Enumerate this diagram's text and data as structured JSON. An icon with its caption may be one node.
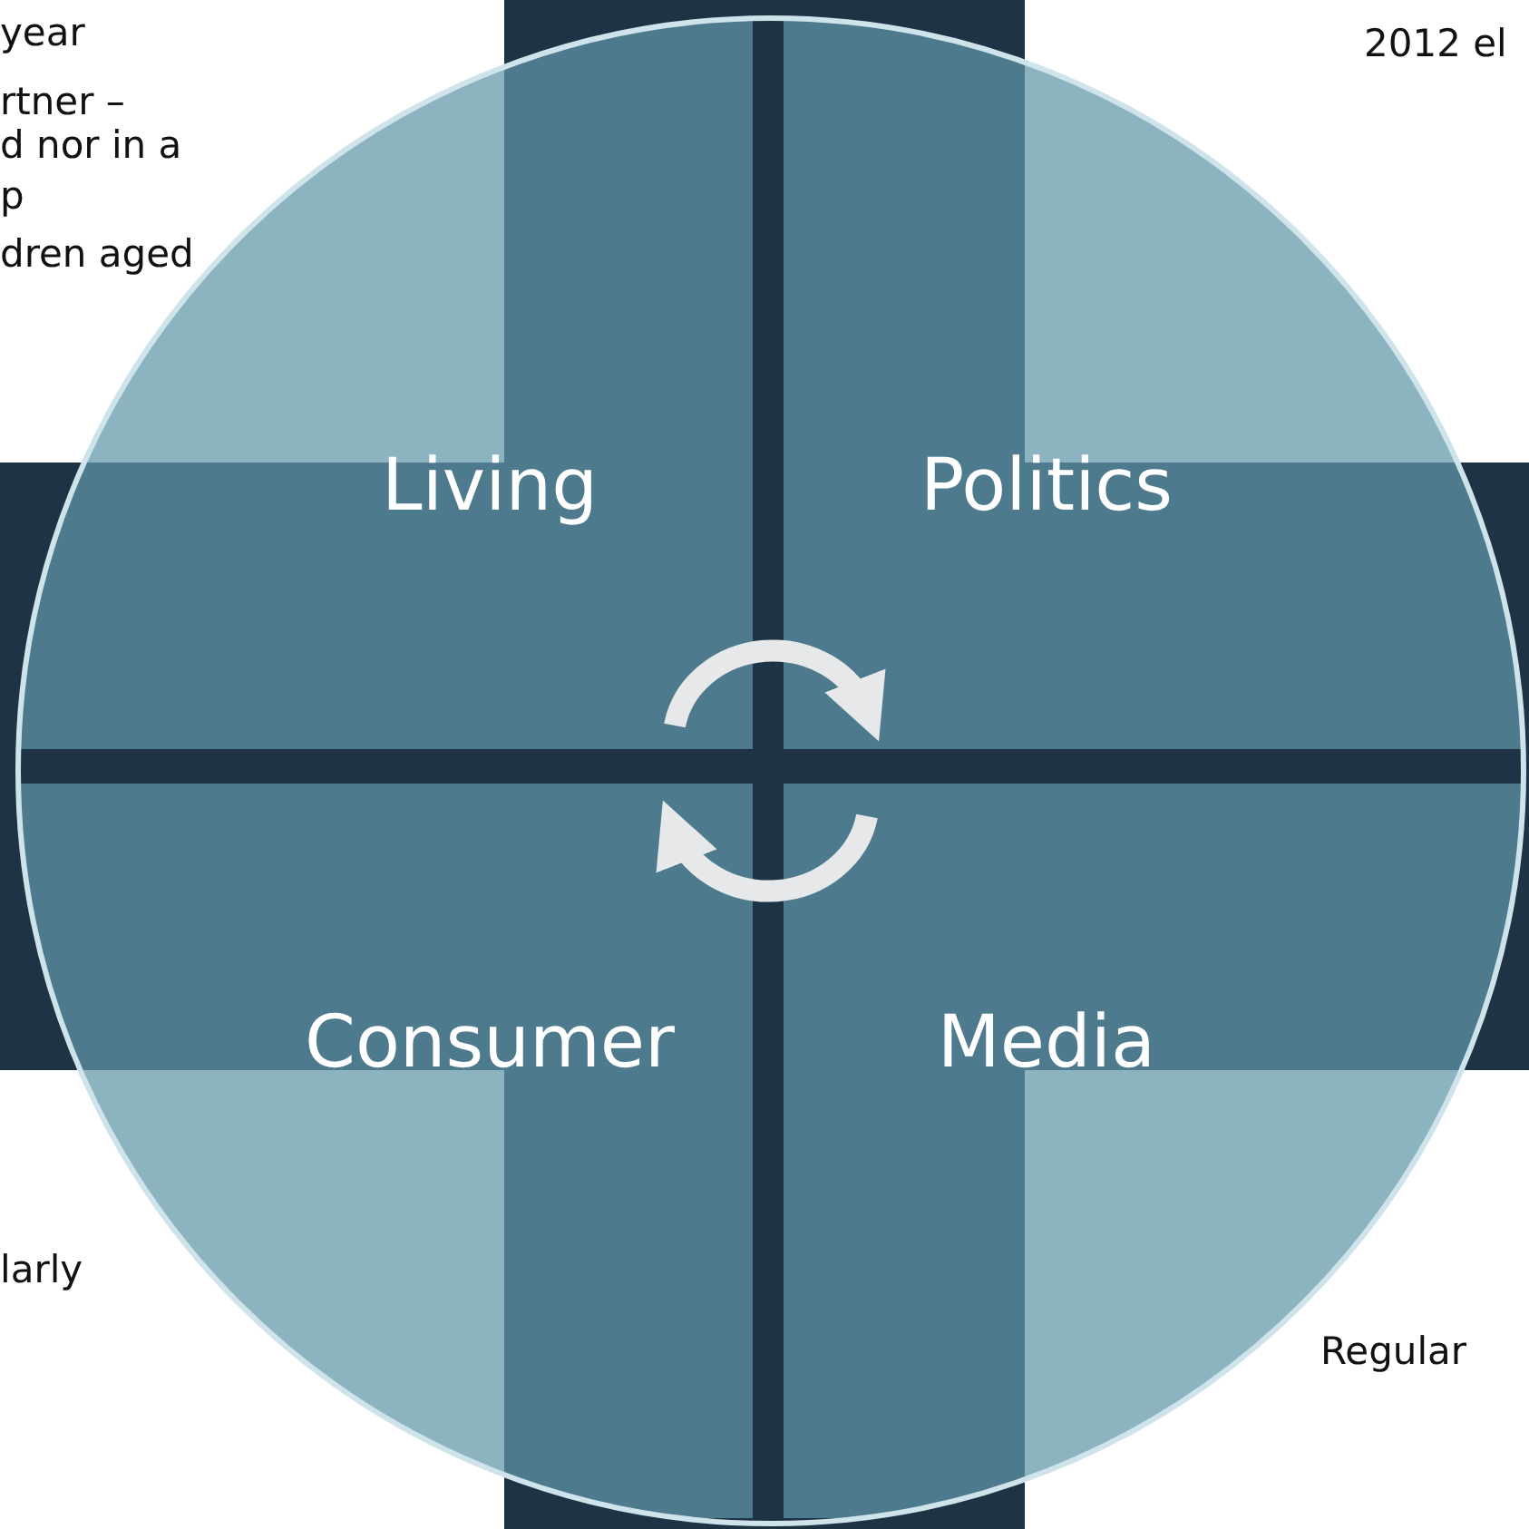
{
  "diagram": {
    "nodes": [
      {
        "text": [
          "Living"
        ]
      },
      {
        "text": [
          "Politics"
        ]
      },
      {
        "text": [
          "Consumer"
        ]
      },
      {
        "text": [
          "Media"
        ]
      }
    ],
    "edges": [
      {
        "from": 0,
        "to": 1,
        "arrow": "to"
      },
      {
        "from": 3,
        "to": 2,
        "arrow": "to"
      }
    ],
    "labels": [
      "year",
      "rtner –",
      "d nor in a",
      "p",
      "dren aged",
      "2012 el",
      "larly",
      "Regular"
    ]
  }
}
